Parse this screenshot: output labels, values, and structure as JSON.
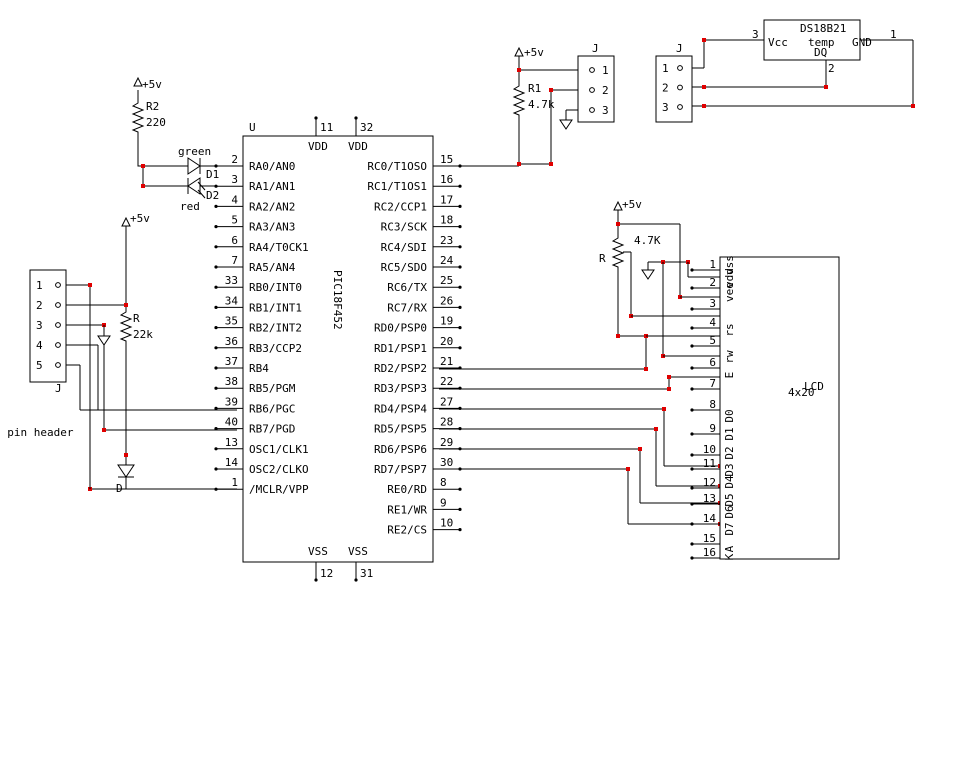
{
  "mcu": {
    "ref": "U",
    "part": "PIC18F452",
    "vdd_label": "VDD",
    "vss_label": "VSS",
    "vdd_pins": [
      "11",
      "32"
    ],
    "vss_pins": [
      "12",
      "31"
    ],
    "left_pins": [
      {
        "pin": "2",
        "name": "RA0/AN0"
      },
      {
        "pin": "3",
        "name": "RA1/AN1"
      },
      {
        "pin": "4",
        "name": "RA2/AN2"
      },
      {
        "pin": "5",
        "name": "RA3/AN3"
      },
      {
        "pin": "6",
        "name": "RA4/T0CK1"
      },
      {
        "pin": "7",
        "name": "RA5/AN4"
      },
      {
        "pin": "33",
        "name": "RB0/INT0"
      },
      {
        "pin": "34",
        "name": "RB1/INT1"
      },
      {
        "pin": "35",
        "name": "RB2/INT2"
      },
      {
        "pin": "36",
        "name": "RB3/CCP2"
      },
      {
        "pin": "37",
        "name": "RB4"
      },
      {
        "pin": "38",
        "name": "RB5/PGM"
      },
      {
        "pin": "39",
        "name": "RB6/PGC"
      },
      {
        "pin": "40",
        "name": "RB7/PGD"
      },
      {
        "pin": "13",
        "name": "OSC1/CLK1"
      },
      {
        "pin": "14",
        "name": "OSC2/CLKO"
      },
      {
        "pin": "1",
        "name": "/MCLR/VPP"
      }
    ],
    "right_pins": [
      {
        "pin": "15",
        "name": "RC0/T1OSO"
      },
      {
        "pin": "16",
        "name": "RC1/T1OS1"
      },
      {
        "pin": "17",
        "name": "RC2/CCP1"
      },
      {
        "pin": "18",
        "name": "RC3/SCK"
      },
      {
        "pin": "23",
        "name": "RC4/SDI"
      },
      {
        "pin": "24",
        "name": "RC5/SDO"
      },
      {
        "pin": "25",
        "name": "RC6/TX"
      },
      {
        "pin": "26",
        "name": "RC7/RX"
      },
      {
        "pin": "19",
        "name": "RD0/PSP0"
      },
      {
        "pin": "20",
        "name": "RD1/PSP1"
      },
      {
        "pin": "21",
        "name": "RD2/PSP2"
      },
      {
        "pin": "22",
        "name": "RD3/PSP3"
      },
      {
        "pin": "27",
        "name": "RD4/PSP4"
      },
      {
        "pin": "28",
        "name": "RD5/PSP5"
      },
      {
        "pin": "29",
        "name": "RD6/PSP6"
      },
      {
        "pin": "30",
        "name": "RD7/PSP7"
      },
      {
        "pin": "8",
        "name": "RE0/RD"
      },
      {
        "pin": "9",
        "name": "RE1/WR"
      },
      {
        "pin": "10",
        "name": "RE2/CS"
      }
    ]
  },
  "supply_label": "+5v",
  "r2": {
    "ref": "R2",
    "value": "220"
  },
  "leds": {
    "d1_ref": "D1",
    "d2_ref": "D2",
    "green_label": "green",
    "red_label": "red"
  },
  "r_mclr": {
    "ref": "R",
    "value": "22k"
  },
  "diode_mclr": {
    "ref": "D"
  },
  "header": {
    "ref": "J",
    "pins": [
      "1",
      "2",
      "3",
      "4",
      "5"
    ],
    "label": "5 pin header"
  },
  "r1": {
    "ref": "R1",
    "value": "4.7k"
  },
  "j_sensor": {
    "ref": "J",
    "pins": [
      "1",
      "2",
      "3"
    ]
  },
  "j_probe": {
    "ref": "J",
    "pins": [
      "1",
      "2",
      "3"
    ]
  },
  "ds18b21": {
    "part": "DS18B21",
    "vcc": "Vcc",
    "temp": "temp",
    "gnd": "GND",
    "dq": "DQ",
    "pins": [
      "3",
      "1",
      "2"
    ]
  },
  "pot": {
    "ref": "R",
    "value": "4.7K"
  },
  "lcd": {
    "name": "4x20",
    "overlay": "LCD",
    "pin_numbers": [
      "1",
      "2",
      "3",
      "4",
      "5",
      "6",
      "7",
      "8",
      "9",
      "10",
      "11",
      "12",
      "13",
      "14",
      "15",
      "16"
    ],
    "pin_names": [
      "vss",
      "vdd",
      "vee",
      "rs",
      "rw",
      "E",
      "D0",
      "D1",
      "D2",
      "D3",
      "D4",
      "D5",
      "D6",
      "D7",
      "A",
      "K"
    ]
  },
  "colors": {
    "junction": "#e00000",
    "wire": "#000000",
    "background": "#ffffff"
  }
}
